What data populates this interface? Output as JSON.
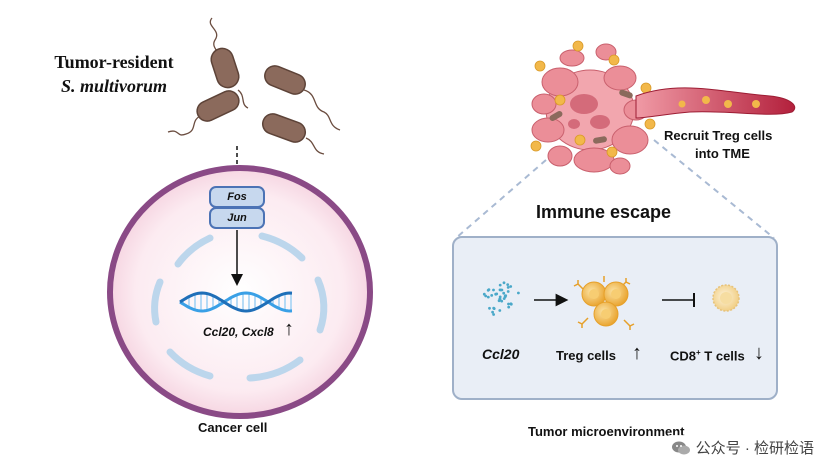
{
  "left_panel": {
    "title_line1": "Tumor-resident",
    "title_line2": "S. multivorum",
    "gene1": "Fos",
    "gene2": "Jun",
    "induced_genes": "Ccl20, Cxcl8",
    "up_arrow": "↑",
    "cell_label": "Cancer cell"
  },
  "right_panel": {
    "recruit_line1": "Recruit Treg cells",
    "recruit_line2": "into TME",
    "heading": "Immune escape",
    "ccl20_label": "Ccl20",
    "treg_label": "Treg cells",
    "treg_arrow": "↑",
    "cd8_label_main": "CD8",
    "cd8_superscript": "+",
    "cd8_label_rest": " T cells",
    "cd8_arrow": "↓",
    "env_label": "Tumor microenvironment"
  },
  "watermark": {
    "text": "公众号 · 检研检语",
    "icon": "wechat-icon"
  },
  "colors": {
    "cell_membrane": "#8a4a86",
    "cell_fill": "#fbe9ef",
    "nucleus": "#bcd6ec",
    "dna": "#2f8fd8",
    "bacteria": "#8b6a5c",
    "treg": "#f2b84a",
    "tumor": "#e98b95",
    "vessel": "#c0344a"
  }
}
